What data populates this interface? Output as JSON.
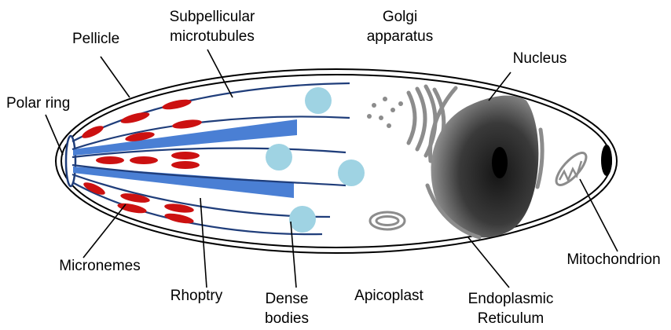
{
  "labels": {
    "subpellicular_line1": "Subpellicular",
    "subpellicular_line2": "microtubules",
    "golgi_line1": "Golgi",
    "golgi_line2": "apparatus",
    "pellicle": "Pellicle",
    "nucleus": "Nucleus",
    "polar_ring": "Polar ring",
    "mitochondrion": "Mitochondrion",
    "micronemes": "Micronemes",
    "rhoptry": "Rhoptry",
    "dense_line1": "Dense",
    "dense_line2": "bodies",
    "apicoplast": "Apicoplast",
    "er_line1": "Endoplasmic",
    "er_line2": "Reticulum"
  },
  "colors": {
    "outline": "#000000",
    "rhoptry": "#4a7fd4",
    "microtubule": "#1f3d7a",
    "microneme": "#cc1111",
    "dense_body": "#9fd3e3",
    "organelle_gray": "#8c8c8c"
  }
}
